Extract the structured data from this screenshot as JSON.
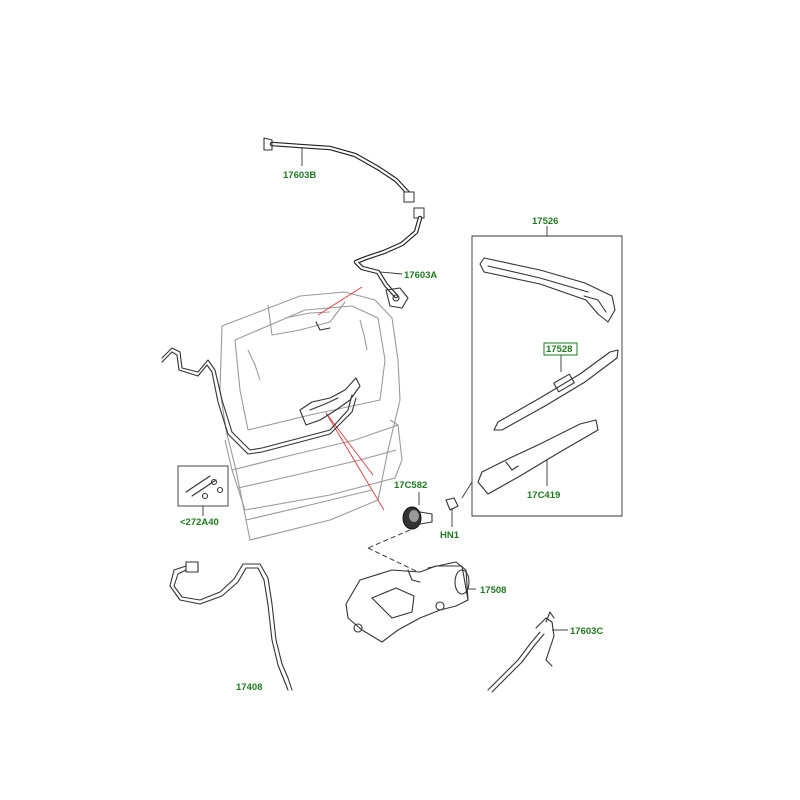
{
  "labels": {
    "hose_upper_front": "17603B",
    "hose_upper_rear": "17603A",
    "kit_bracket": "17526",
    "blade": "17528",
    "grommet": "17C582",
    "arm": "17C419",
    "nut": "HN1",
    "motor": "17508",
    "connector_kit": "<272A40",
    "hose_lower": "17408",
    "hose_connector": "17603C"
  },
  "colors": {
    "label": "#1f7a1f",
    "callout": "#e0393e",
    "line": "#333333",
    "body": "#9a9a9a"
  }
}
